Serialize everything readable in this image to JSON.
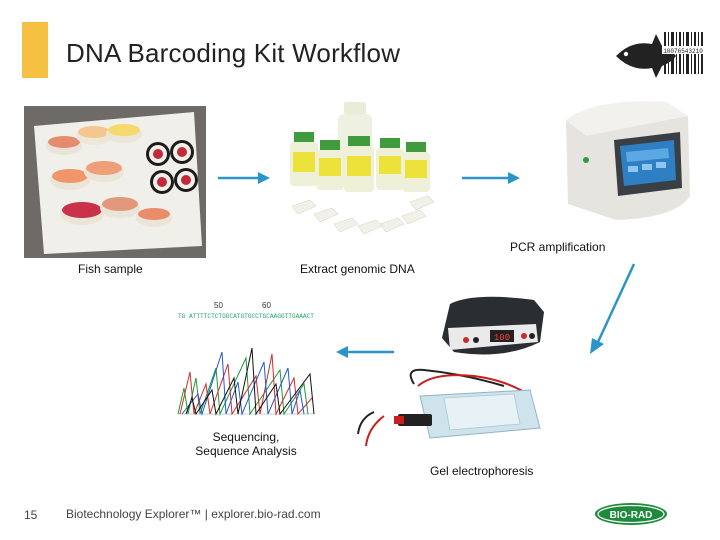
{
  "title": "DNA Barcoding Kit Workflow",
  "logo": {
    "barcode_digits": "10076543210"
  },
  "steps": {
    "fish_sample": "Fish sample",
    "extract_dna": "Extract genomic DNA",
    "pcr": "PCR amplification",
    "gel": "Gel electrophoresis",
    "sequencing_line1": "Sequencing,",
    "sequencing_line2": "Sequence Analysis"
  },
  "chromatogram": {
    "tick_50": "50",
    "tick_60": "60",
    "bases": "TG ATTTTCTCTGGCATGTGCCTGCAAGGTTGAAACT"
  },
  "device": {
    "display": "100"
  },
  "footer": {
    "slide_number": "15",
    "text": "Biotechnology Explorer™ |   explorer.bio-rad.com"
  },
  "brand_logo": {
    "text": "BIO-RAD"
  },
  "colors": {
    "accent_yellow": "#f6c043",
    "arrow_blue": "#2a95c8",
    "biorad_green": "#1f8a3c"
  }
}
